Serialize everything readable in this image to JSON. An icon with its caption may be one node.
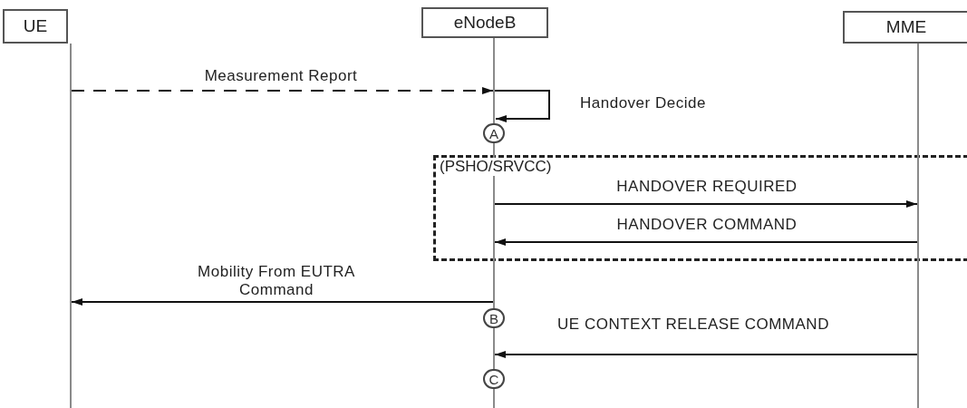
{
  "diagram": {
    "nodes": [
      {
        "text": [
          "UE"
        ]
      },
      {
        "text": [
          "eNodeB"
        ]
      },
      {
        "text": [
          "MME"
        ]
      },
      {
        "text": [],
        "shape": "line"
      },
      {
        "text": [],
        "shape": "line"
      },
      {
        "text": [],
        "shape": "line"
      },
      {
        "text": [
          "A"
        ]
      },
      {
        "text": [
          "(PSHO/SRVCC)"
        ]
      },
      {
        "text": [
          "B"
        ]
      },
      {
        "text": [
          "C"
        ]
      }
    ],
    "edges": [
      {
        "from": 3,
        "to": 4,
        "arrow": "to",
        "label": "Measurement Report",
        "style": "dashed"
      },
      {
        "from": 4,
        "to": 4,
        "arrow": "to",
        "label": "Handover Decide"
      },
      {
        "from": 4,
        "to": 5,
        "arrow": "to",
        "label": "HANDOVER REQUIRED"
      },
      {
        "from": 5,
        "to": 4,
        "arrow": "to",
        "label": "HANDOVER COMMAND"
      },
      {
        "from": 4,
        "to": 3,
        "arrow": "to",
        "label": "Mobility From EUTRA Command"
      },
      {
        "from": 5,
        "to": 4,
        "arrow": "to",
        "label": "UE CONTEXT RELEASE COMMAND"
      }
    ]
  }
}
